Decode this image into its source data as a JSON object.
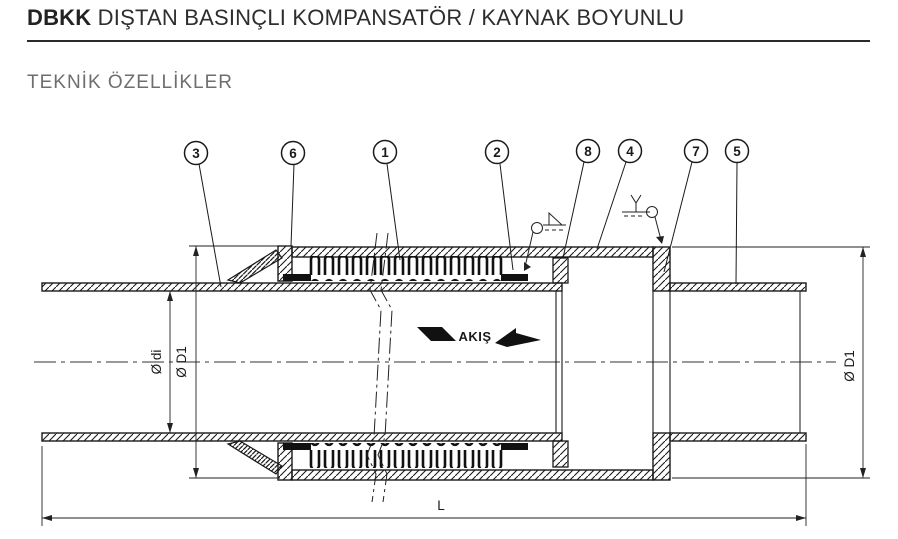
{
  "header": {
    "code": "DBKK",
    "title": "DIŞTAN BASINÇLI KOMPANSATÖR / KAYNAK BOYUNLU"
  },
  "section": {
    "subtitle": "TEKNİK ÖZELLİKLER"
  },
  "drawing": {
    "flow_label": "AKIŞ",
    "dimensions": {
      "inner_diameter": "Ø di",
      "outer_diameter_left": "Ø D1",
      "outer_diameter_right": "Ø D1",
      "length": "L"
    },
    "callouts": [
      {
        "number": "3"
      },
      {
        "number": "6"
      },
      {
        "number": "1"
      },
      {
        "number": "2"
      },
      {
        "number": "8"
      },
      {
        "number": "4"
      },
      {
        "number": "7"
      },
      {
        "number": "5"
      }
    ],
    "colors": {
      "ink": "#1a1a1a",
      "title_text": "#2e2e30",
      "subtitle_text": "#6d6e71"
    }
  }
}
